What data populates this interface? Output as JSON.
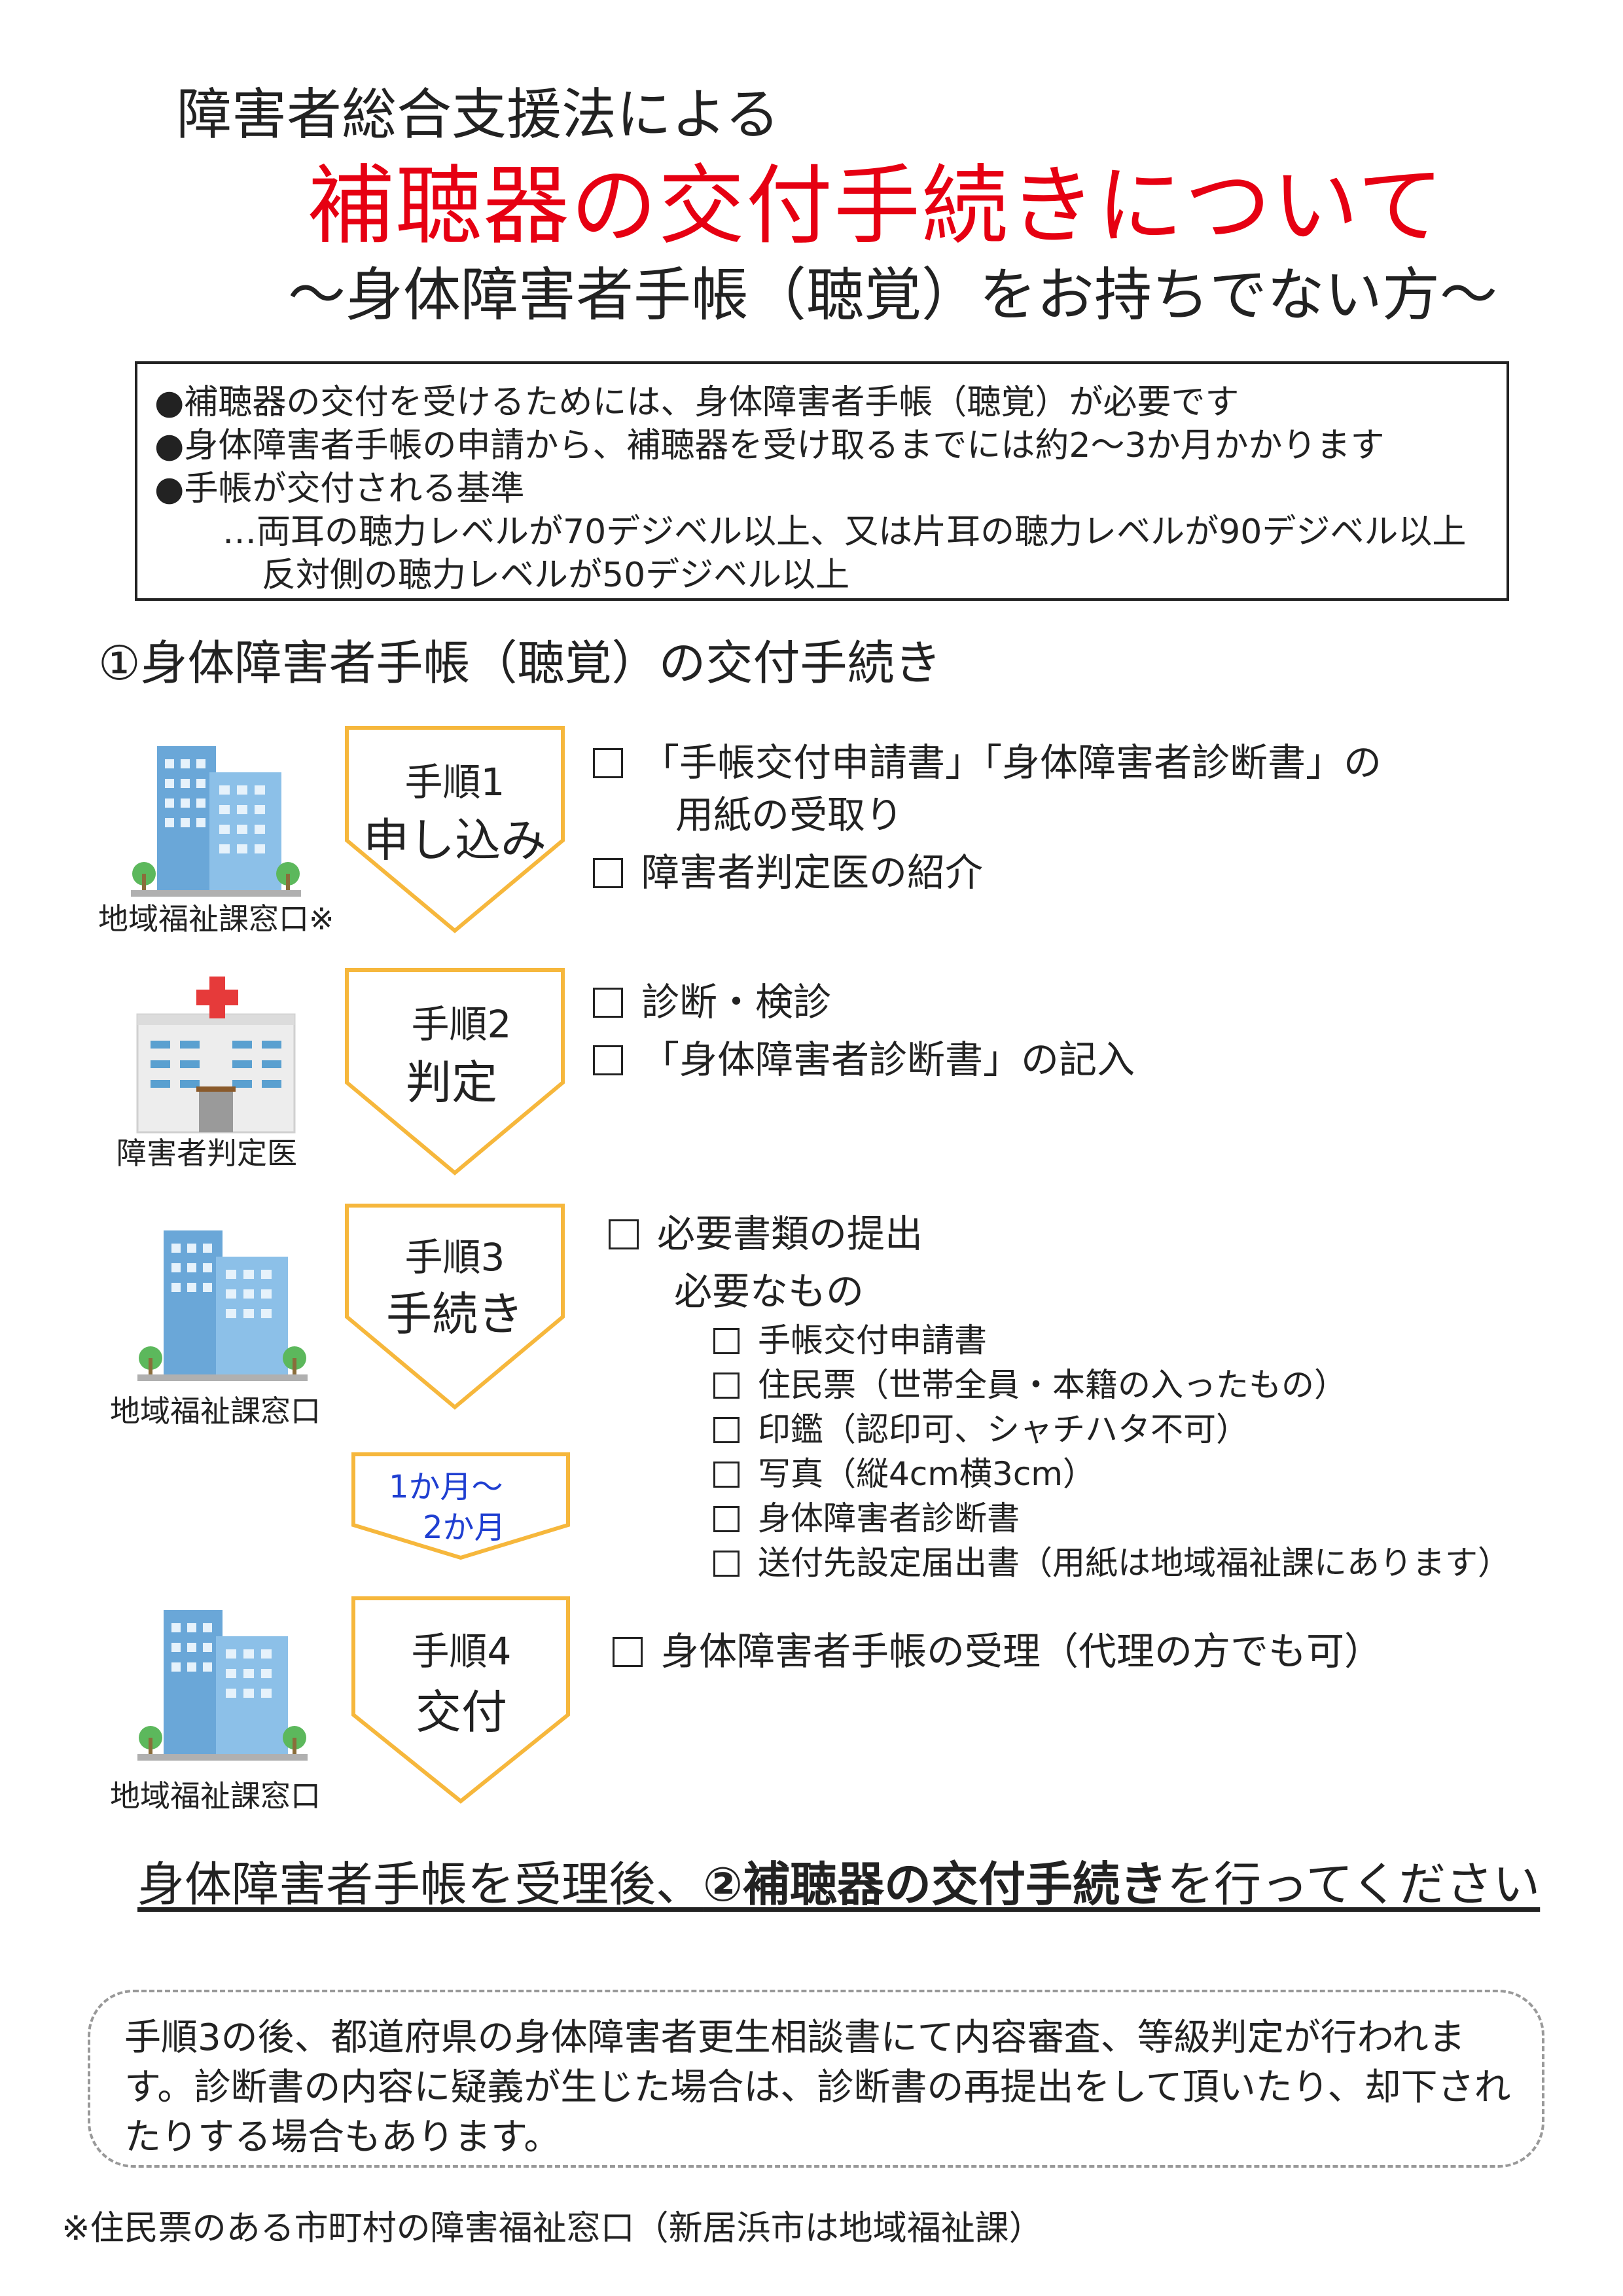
{
  "header": {
    "subtitle": "障害者総合支援法による",
    "title": "補聴器の交付手続きについて",
    "condition": "～身体障害者手帳（聴覚）をお持ちでない方～"
  },
  "info": {
    "lines": [
      "●補聴器の交付を受けるためには、身体障害者手帳（聴覚）が必要です",
      "●身体障害者手帳の申請から、補聴器を受け取るまでには約2～3か月かかります",
      "●手帳が交付される基準",
      "…両耳の聴力レベルが70デジベル以上、又は片耳の聴力レベルが90デジベル以上",
      "反対側の聴力レベルが50デジベル以上"
    ]
  },
  "section_title": "①身体障害者手帳（聴覚）の交付手続き",
  "steps": [
    {
      "num": "手順1",
      "name": "申し込み",
      "location": "地域福祉課窓口※",
      "icon": "office-building-icon",
      "items": [
        "「手帳交付申請書」「身体障害者診断書」の",
        "用紙の受取り",
        "障害者判定医の紹介"
      ]
    },
    {
      "num": "手順2",
      "name": "判定",
      "location": "障害者判定医",
      "icon": "hospital-icon",
      "items": [
        "診断・検診",
        "「身体障害者診断書」の記入"
      ]
    },
    {
      "num": "手順3",
      "name": "手続き",
      "location": "地域福祉課窓口",
      "icon": "office-building-icon",
      "items": [
        "必要書類の提出",
        "必要なもの"
      ],
      "subitems": [
        "手帳交付申請書",
        "住民票（世帯全員・本籍の入ったもの）",
        "印鑑（認印可、シャチハタ不可）",
        "写真（縦4cm横3cm）",
        "身体障害者診断書",
        "送付先設定届出書（用紙は地域福祉課にあります）"
      ]
    },
    {
      "num": "手順4",
      "name": "交付",
      "location": "地域福祉課窓口",
      "icon": "office-building-icon",
      "items": [
        "身体障害者手帳の受理（代理の方でも可）"
      ]
    }
  ],
  "duration": {
    "line1": "1か月～",
    "line2": "2か月"
  },
  "next_step": {
    "prefix": "身体障害者手帳を受理後、",
    "emphasis": "②補聴器の交付手続き",
    "suffix": "を行ってください"
  },
  "note": {
    "lines": [
      "手順3の後、都道府県の身体障害者更生相談書にて内容審査、等級判定が行われま",
      "す。診断書の内容に疑義が生じた場合は、診断書の再提出をして頂いたり、却下され",
      "たりする場合もあります。"
    ]
  },
  "footnote": "※住民票のある市町村の障害福祉窓口（新居浜市は地域福祉課）",
  "colors": {
    "title_red": "#e60012",
    "arrow_yellow": "#f6b73c",
    "duration_blue": "#1f3fd1"
  }
}
